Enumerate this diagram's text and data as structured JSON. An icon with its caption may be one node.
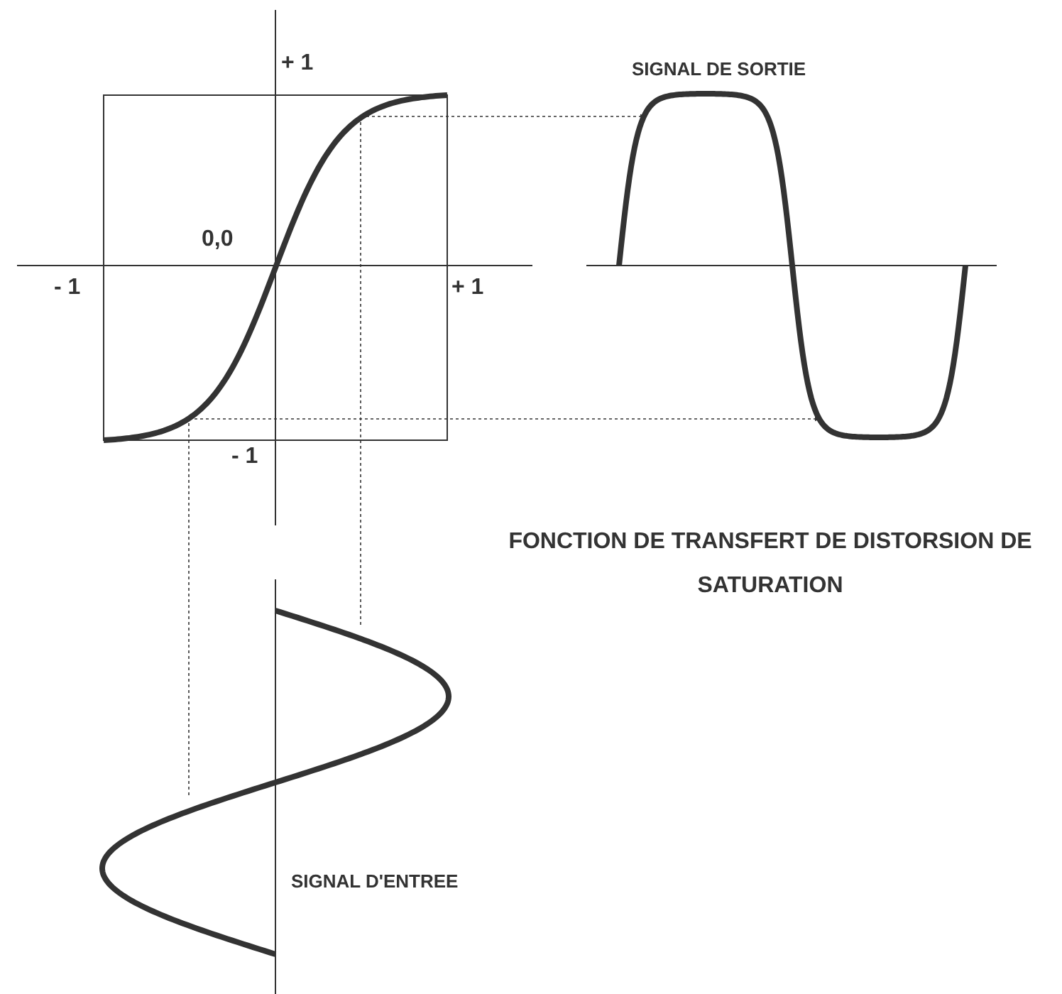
{
  "diagram": {
    "title": "FONCTION DE TRANSFERT DE DISTORSION DE SATURATION",
    "labels": [
      "+ 1",
      "0,0",
      "- 1",
      "+ 1",
      "- 1",
      "SIGNAL DE SORTIE",
      "SIGNAL D'ENTREE"
    ]
  }
}
